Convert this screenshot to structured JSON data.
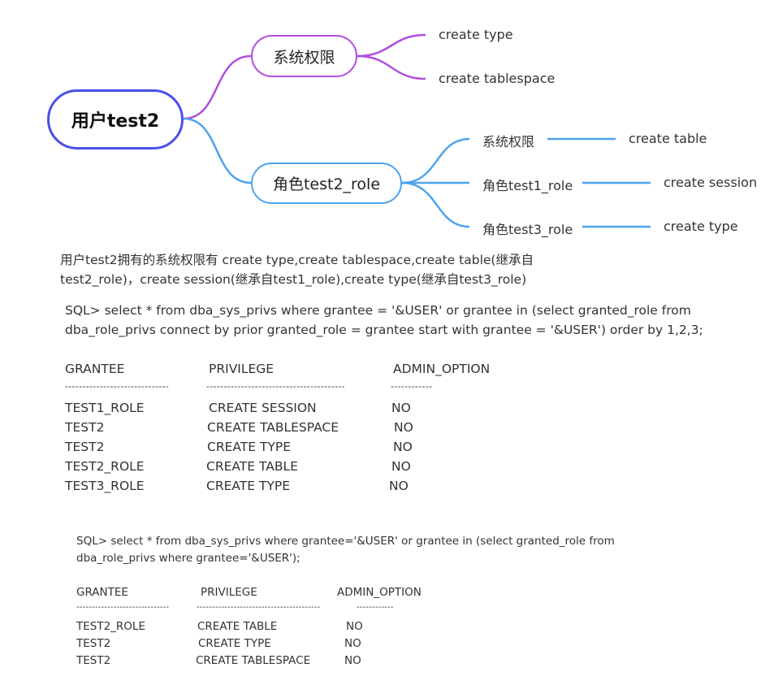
{
  "mindmap": {
    "root": "用户test2",
    "branch1": {
      "label": "系统权限",
      "leaves": [
        "create type",
        "create tablespace"
      ]
    },
    "branch2": {
      "label": "角色test2_role",
      "children": [
        {
          "label": "系统权限",
          "leaf": "create table"
        },
        {
          "label": "角色test1_role",
          "leaf": "create session"
        },
        {
          "label": "角色test3_role",
          "leaf": "create type"
        }
      ]
    },
    "colors": {
      "root": "#4a50e8",
      "branch1": "#b04ee0",
      "branch2": "#4da3ee"
    }
  },
  "description": {
    "line1": "用户test2拥有的系统权限有 create type,create tablespace,create table(继承自",
    "line2": "test2_role)，create session(继承自test1_role),create type(继承自test3_role)"
  },
  "query1": {
    "sql_line1": "SQL> select * from dba_sys_privs  where grantee = '&USER' or grantee in (select granted_role from",
    "sql_line2": "dba_role_privs connect by prior granted_role = grantee start with grantee = '&USER') order by 1,2,3;",
    "headers": [
      "GRANTEE",
      "PRIVILEGE",
      "ADMIN_OPTION"
    ],
    "separator": [
      "------------------------------",
      "----------------------------------------",
      "------------"
    ],
    "rows": [
      [
        "TEST1_ROLE",
        "CREATE SESSION",
        "NO"
      ],
      [
        "TEST2",
        "CREATE TABLESPACE",
        "NO"
      ],
      [
        "TEST2",
        "CREATE TYPE",
        "NO"
      ],
      [
        "TEST2_ROLE",
        "CREATE TABLE",
        "NO"
      ],
      [
        "TEST3_ROLE",
        "CREATE TYPE",
        "NO"
      ]
    ]
  },
  "query2": {
    "sql_line1": "SQL> select * from dba_sys_privs where grantee='&USER' or grantee in (select granted_role from",
    "sql_line2": "dba_role_privs where grantee='&USER');",
    "headers": [
      "GRANTEE",
      "PRIVILEGE",
      "ADMIN_OPTION"
    ],
    "separator": [
      "------------------------------",
      "----------------------------------------",
      "------------"
    ],
    "rows": [
      [
        "TEST2_ROLE",
        "CREATE TABLE",
        "NO"
      ],
      [
        "TEST2",
        "CREATE TYPE",
        "NO"
      ],
      [
        "TEST2",
        "CREATE TABLESPACE",
        "NO"
      ]
    ]
  }
}
